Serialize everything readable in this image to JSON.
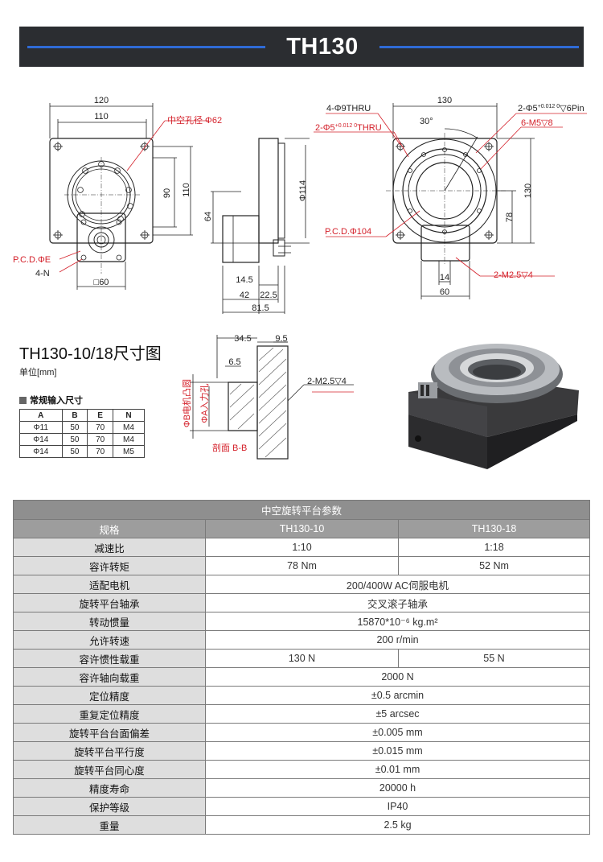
{
  "header": {
    "title": "TH130"
  },
  "drawing": {
    "front": {
      "w120": "120",
      "w110": "110",
      "hollow": "中空孔径 Φ62",
      "h90": "90",
      "h110": "110",
      "h64": "64",
      "pcd": "P.C.D.ΦE",
      "n": "4-N",
      "sq": "□60"
    },
    "side": {
      "phi114": "Φ114",
      "d14_5": "14.5",
      "d42": "42",
      "d22_5": "22.5",
      "d81_5": "81.5"
    },
    "right": {
      "w130": "130",
      "thru": "4-Φ9THRU",
      "pin_thru": "2-Φ5",
      "pin_thru_tol": "+0.012 0",
      "pin_thru_suffix": "THRU",
      "pin6": "2-Φ5",
      "pin6_tol": "+0.012 0",
      "pin6_suffix": "▽6Pin",
      "ang": "30°",
      "m5": "6-M5▽8",
      "h130": "130",
      "h78": "78",
      "pcd": "P.C.D.Φ104",
      "d14": "14",
      "d60": "60",
      "m25": "2-M2.5▽4"
    },
    "section": {
      "d34_5": "34.5",
      "d9_5": "9.5",
      "d6_5": "6.5",
      "m25": "2-M2.5▽4",
      "phiB": "ΦB电机凸圆",
      "phiA": "ΦA入力孔",
      "cut": "剖面 B-B"
    }
  },
  "subtitle": "TH130-10/18尺寸图",
  "unit_label": "单位[mm]",
  "input_table": {
    "title": "常规输入尺寸",
    "headers": [
      "A",
      "B",
      "E",
      "N"
    ],
    "rows": [
      [
        "Φ11",
        "50",
        "70",
        "M4"
      ],
      [
        "Φ14",
        "50",
        "70",
        "M4"
      ],
      [
        "Φ14",
        "50",
        "70",
        "M5"
      ]
    ]
  },
  "spec_table": {
    "caption": "中空旋转平台参数",
    "header": [
      "规格",
      "TH130-10",
      "TH130-18"
    ],
    "rows": [
      {
        "label": "减速比",
        "v1": "1:10",
        "v2": "1:18"
      },
      {
        "label": "容许转矩",
        "v1": "78 Nm",
        "v2": "52 Nm"
      },
      {
        "label": "适配电机",
        "v": "200/400W AC伺服电机"
      },
      {
        "label": "旋转平台轴承",
        "v": "交叉滚子轴承"
      },
      {
        "label": "转动惯量",
        "v": "15870*10⁻⁶ kg.m²"
      },
      {
        "label": "允许转速",
        "v": "200 r/min"
      },
      {
        "label": "容许惯性载重",
        "v1": "130 N",
        "v2": "55 N"
      },
      {
        "label": "容许轴向载重",
        "v": "2000 N"
      },
      {
        "label": "定位精度",
        "v": "±0.5 arcmin"
      },
      {
        "label": "重复定位精度",
        "v": "±5 arcsec"
      },
      {
        "label": "旋转平台台面偏差",
        "v": "±0.005 mm"
      },
      {
        "label": "旋转平台平行度",
        "v": "±0.015 mm"
      },
      {
        "label": "旋转平台同心度",
        "v": "±0.01 mm"
      },
      {
        "label": "精度寿命",
        "v": "20000 h"
      },
      {
        "label": "保护等级",
        "v": "IP40"
      },
      {
        "label": "重量",
        "v": "2.5 kg"
      }
    ]
  }
}
